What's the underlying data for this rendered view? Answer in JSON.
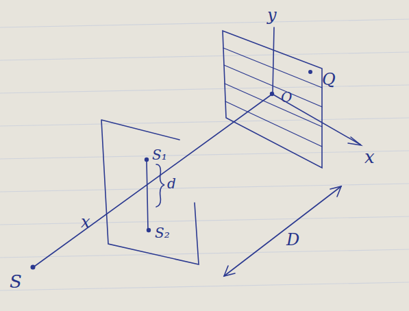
{
  "diagram": {
    "labels": [
      "y",
      "Q",
      "O",
      "x",
      "S₁",
      "d",
      "S₂",
      "x",
      "S",
      "D"
    ]
  }
}
